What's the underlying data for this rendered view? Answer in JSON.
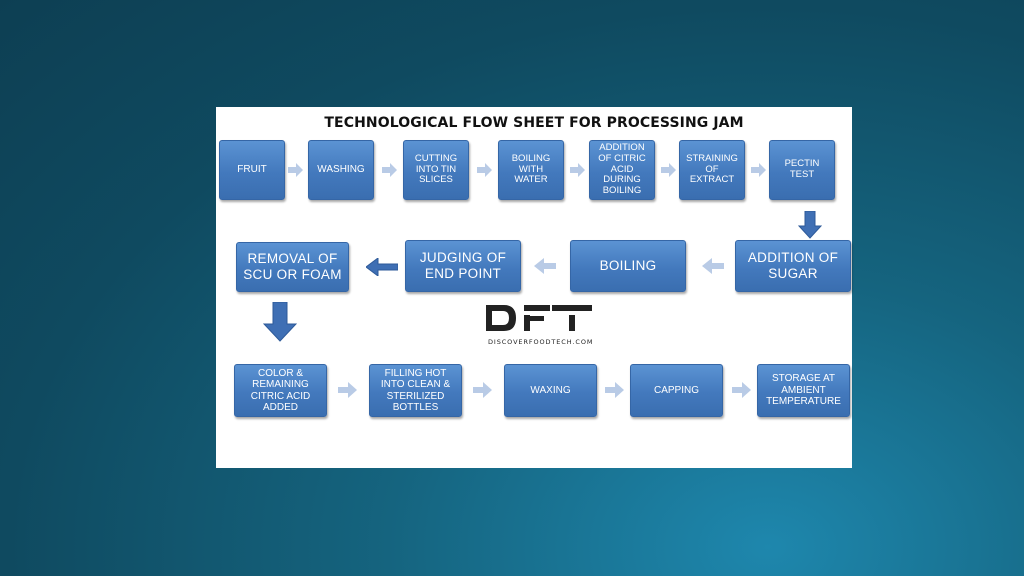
{
  "title": "TECHNOLOGICAL FLOW SHEET FOR PROCESSING JAM",
  "row1": [
    "FRUIT",
    "WASHING",
    "CUTTING INTO TIN SLICES",
    "BOILING WITH WATER",
    "ADDITION OF CITRIC ACID DURING BOILING",
    "STRAINING OF EXTRACT",
    "PECTIN TEST"
  ],
  "row2": [
    "REMOVAL OF SCU OR FOAM",
    "JUDGING OF END POINT",
    "BOILING",
    "ADDITION OF SUGAR"
  ],
  "row3": [
    "COLOR & REMAINING CITRIC ACID ADDED",
    "FILLING HOT INTO CLEAN & STERILIZED BOTTLES",
    "WAXING",
    "CAPPING",
    "STORAGE AT AMBIENT TEMPERATURE"
  ],
  "logo": {
    "mark": "DFT",
    "text": "DISCOVERFOODTECH.COM"
  },
  "colors": {
    "box": "#4a7fc1",
    "arrow_light": "#b9cbe6",
    "arrow_dark": "#3f6fb4"
  }
}
